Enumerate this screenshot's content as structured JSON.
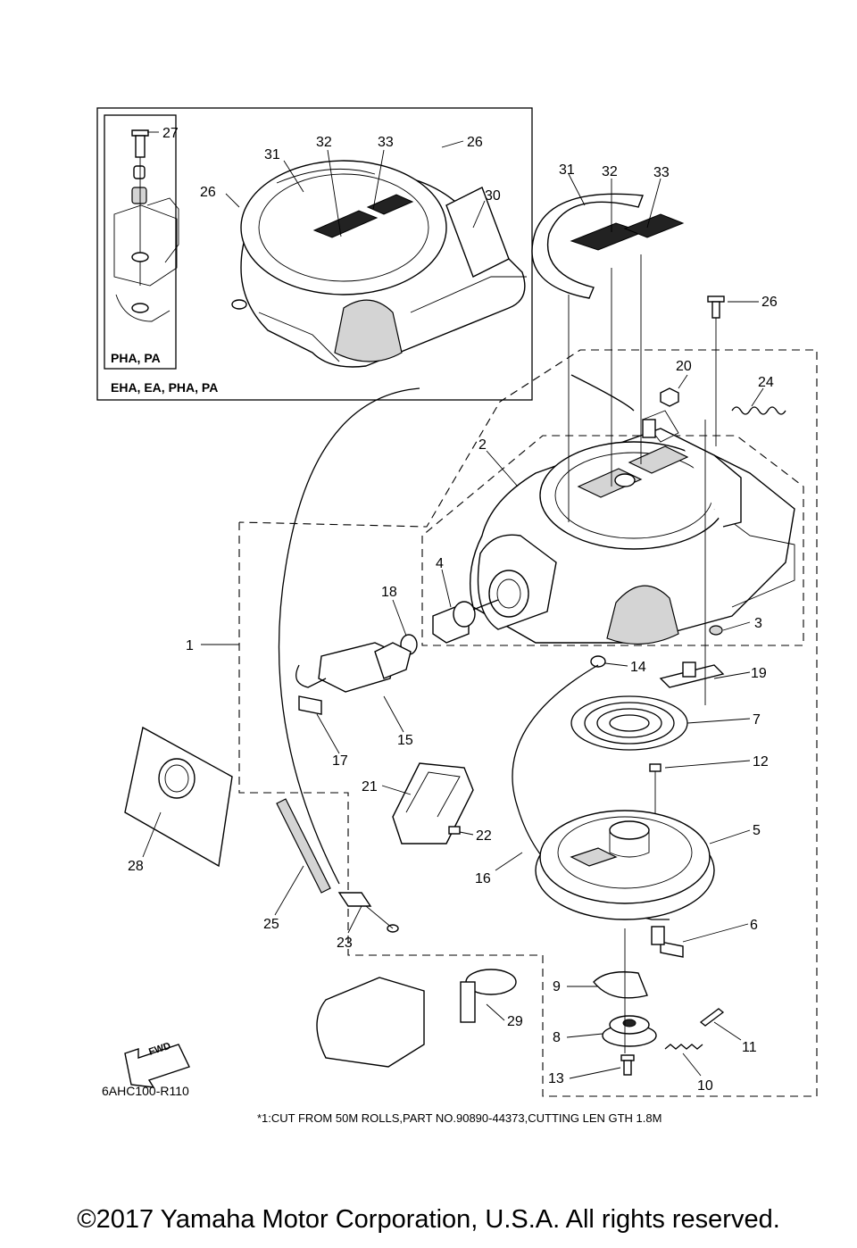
{
  "drawing_code": "6AHC100-R110",
  "inset": {
    "variant_label_inner": "PHA, PA",
    "variant_label_outer": "EHA, EA, PHA, PA"
  },
  "fwd_label": "FWD",
  "footnote": "*1:CUT FROM 50M ROLLS,PART NO.90890-44373,CUTTING LEN GTH 1.8M",
  "copyright": "©2017 Yamaha Motor Corporation, U.S.A. All rights reserved.",
  "callouts": [
    {
      "id": "27",
      "label": "27"
    },
    {
      "id": "32a",
      "label": "32"
    },
    {
      "id": "33a",
      "label": "33"
    },
    {
      "id": "26a",
      "label": "26"
    },
    {
      "id": "31a",
      "label": "31"
    },
    {
      "id": "26b",
      "label": "26"
    },
    {
      "id": "30",
      "label": "30"
    },
    {
      "id": "31b",
      "label": "31"
    },
    {
      "id": "32b",
      "label": "32"
    },
    {
      "id": "33b",
      "label": "33"
    },
    {
      "id": "26c",
      "label": "26"
    },
    {
      "id": "20",
      "label": "20"
    },
    {
      "id": "24",
      "label": "24"
    },
    {
      "id": "2",
      "label": "2"
    },
    {
      "id": "4",
      "label": "4"
    },
    {
      "id": "18",
      "label": "18"
    },
    {
      "id": "3",
      "label": "3"
    },
    {
      "id": "1",
      "label": "1"
    },
    {
      "id": "14",
      "label": "14"
    },
    {
      "id": "19",
      "label": "19"
    },
    {
      "id": "7",
      "label": "7"
    },
    {
      "id": "15",
      "label": "15"
    },
    {
      "id": "17",
      "label": "17"
    },
    {
      "id": "12",
      "label": "12"
    },
    {
      "id": "21",
      "label": "21"
    },
    {
      "id": "5",
      "label": "5"
    },
    {
      "id": "22",
      "label": "22"
    },
    {
      "id": "28",
      "label": "28"
    },
    {
      "id": "16",
      "label": "16"
    },
    {
      "id": "25",
      "label": "25"
    },
    {
      "id": "23",
      "label": "23"
    },
    {
      "id": "6",
      "label": "6"
    },
    {
      "id": "9",
      "label": "9"
    },
    {
      "id": "29",
      "label": "29"
    },
    {
      "id": "11",
      "label": "11"
    },
    {
      "id": "8",
      "label": "8"
    },
    {
      "id": "10",
      "label": "10"
    },
    {
      "id": "13",
      "label": "13"
    }
  ]
}
